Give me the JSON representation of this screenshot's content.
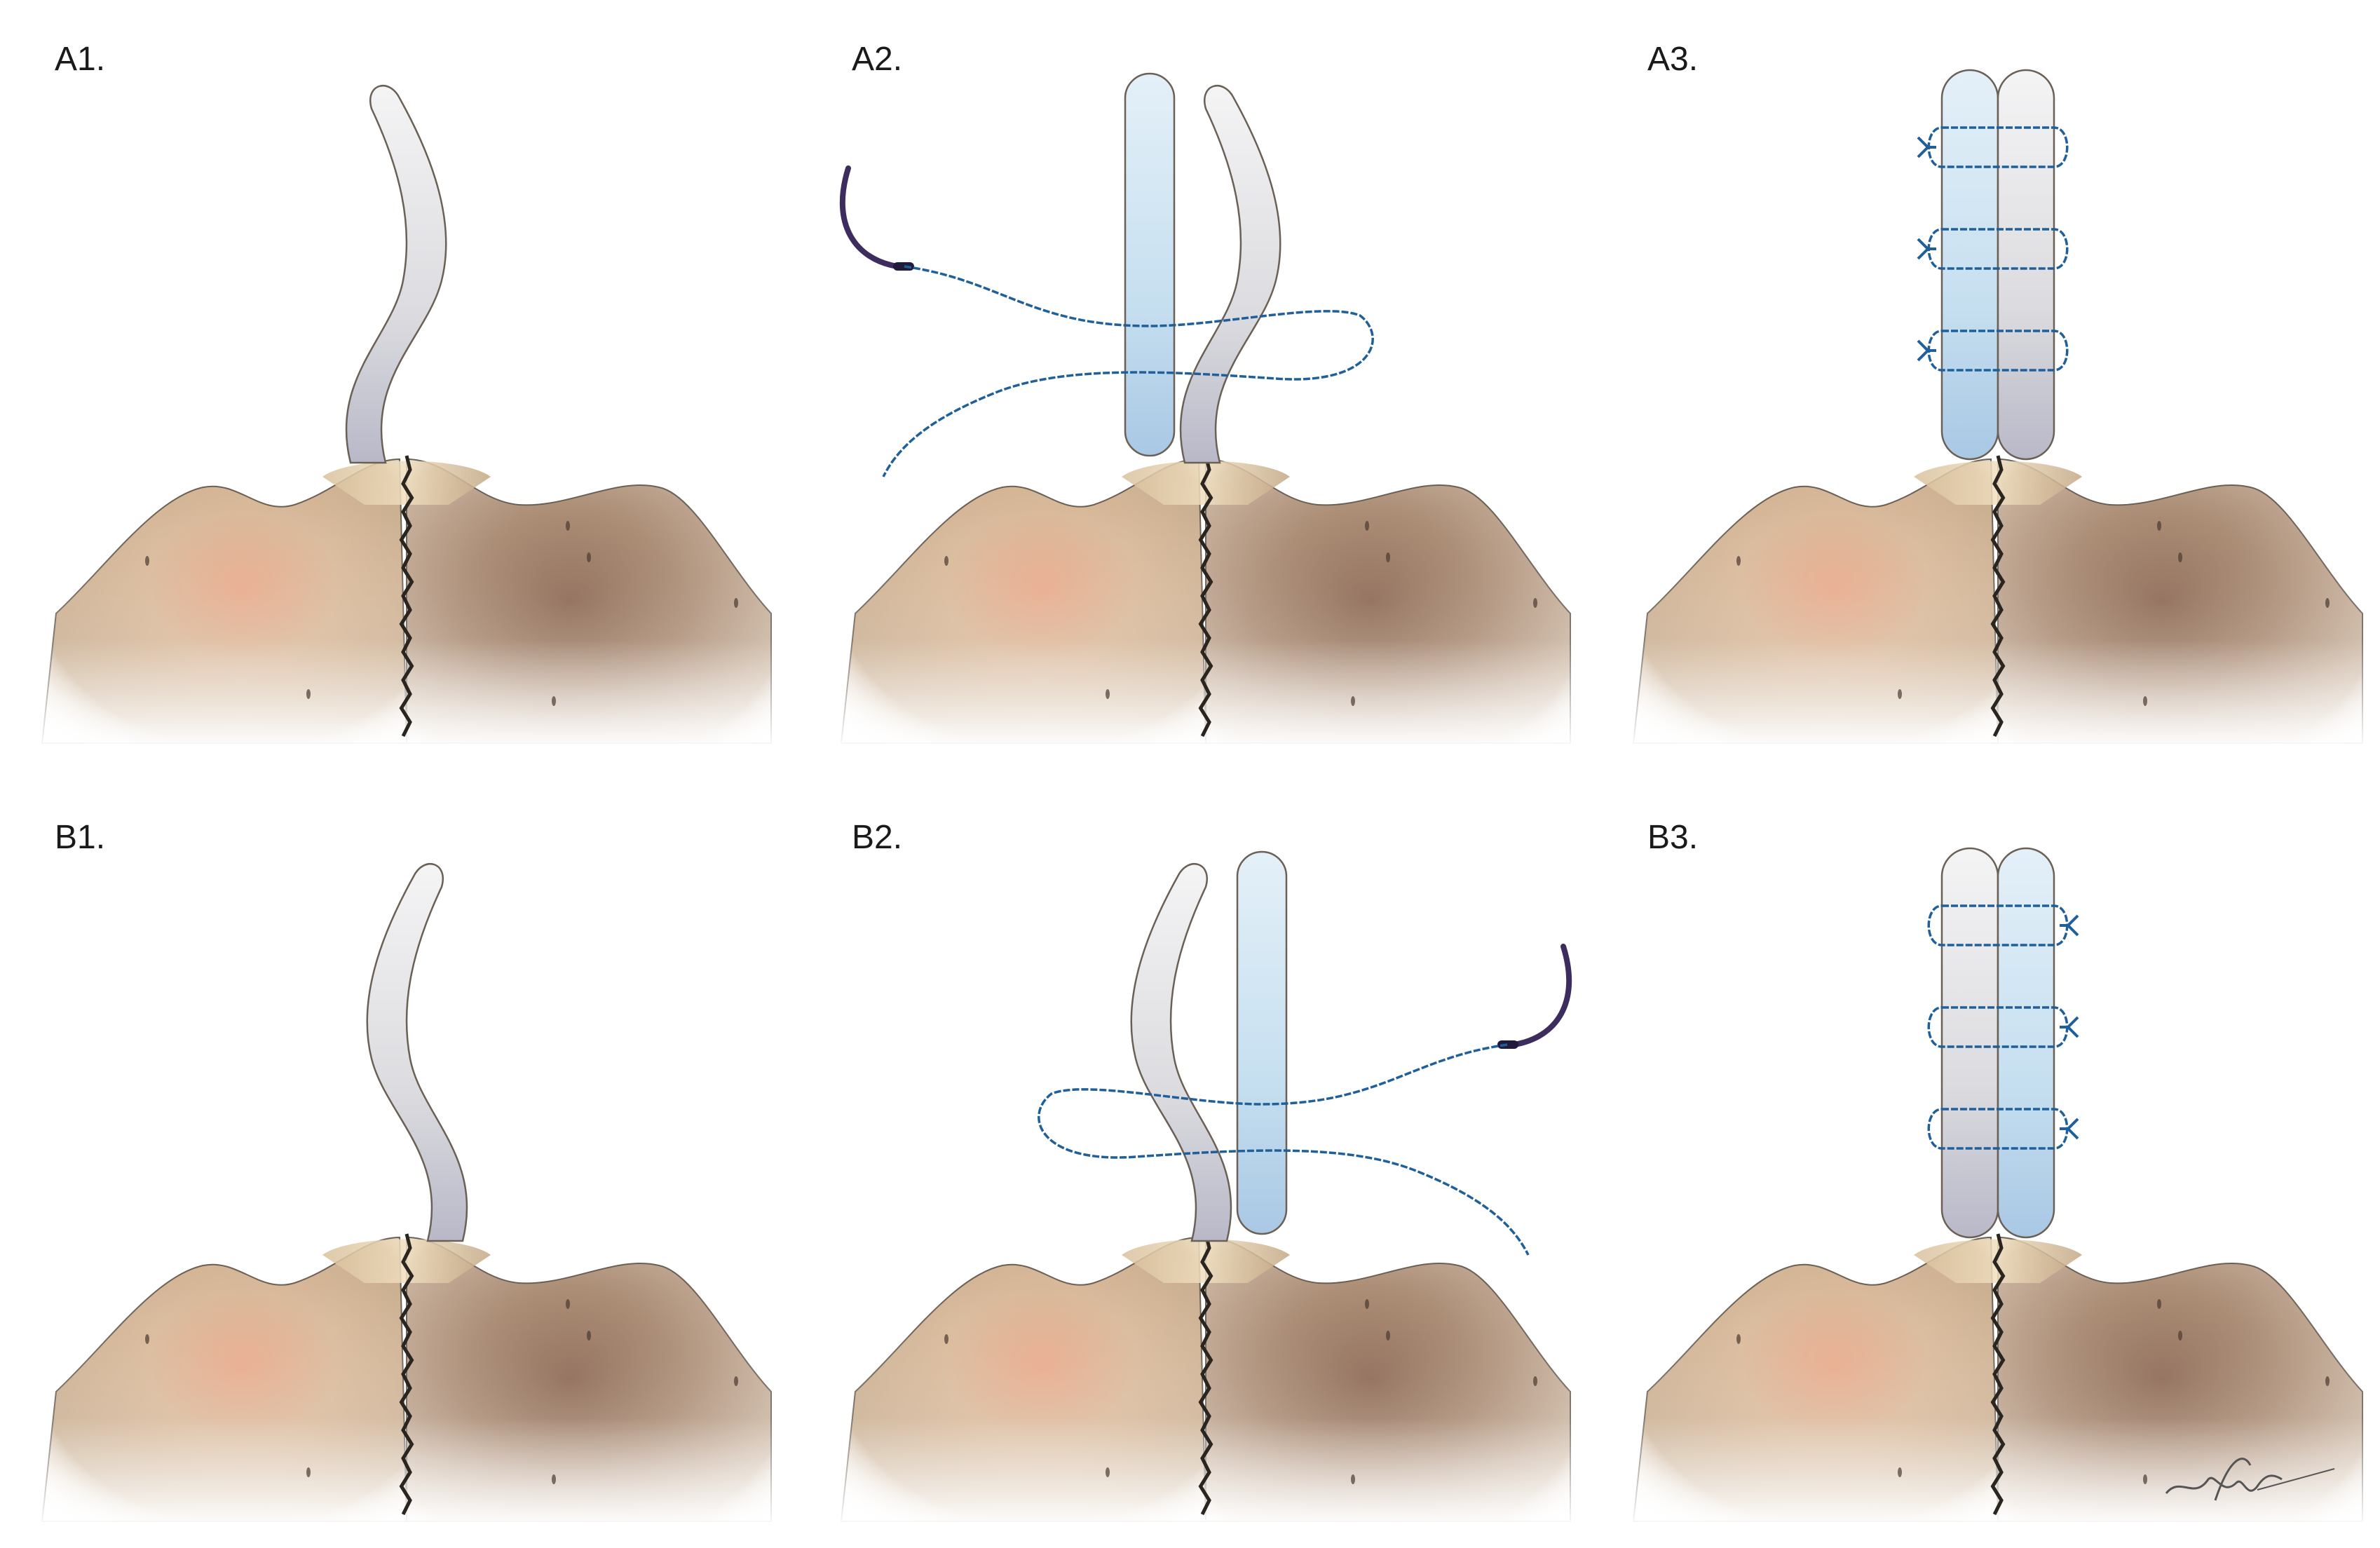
{
  "panels": [
    {
      "id": "A1",
      "label": "A1."
    },
    {
      "id": "A2",
      "label": "A2."
    },
    {
      "id": "A3",
      "label": "A3."
    },
    {
      "id": "B1",
      "label": "B1."
    },
    {
      "id": "B2",
      "label": "B2."
    },
    {
      "id": "B3",
      "label": "B3."
    }
  ],
  "signature": "artist-signature",
  "colors": {
    "bone_light": "#e2c9a4",
    "bone_dark": "#8a6648",
    "cartilage": "#e6e6e8",
    "cartilage_blue": "#cfe4f3",
    "suture": "#1f5f9a",
    "needle": "#3c2d5e",
    "outline": "#6b6055"
  }
}
